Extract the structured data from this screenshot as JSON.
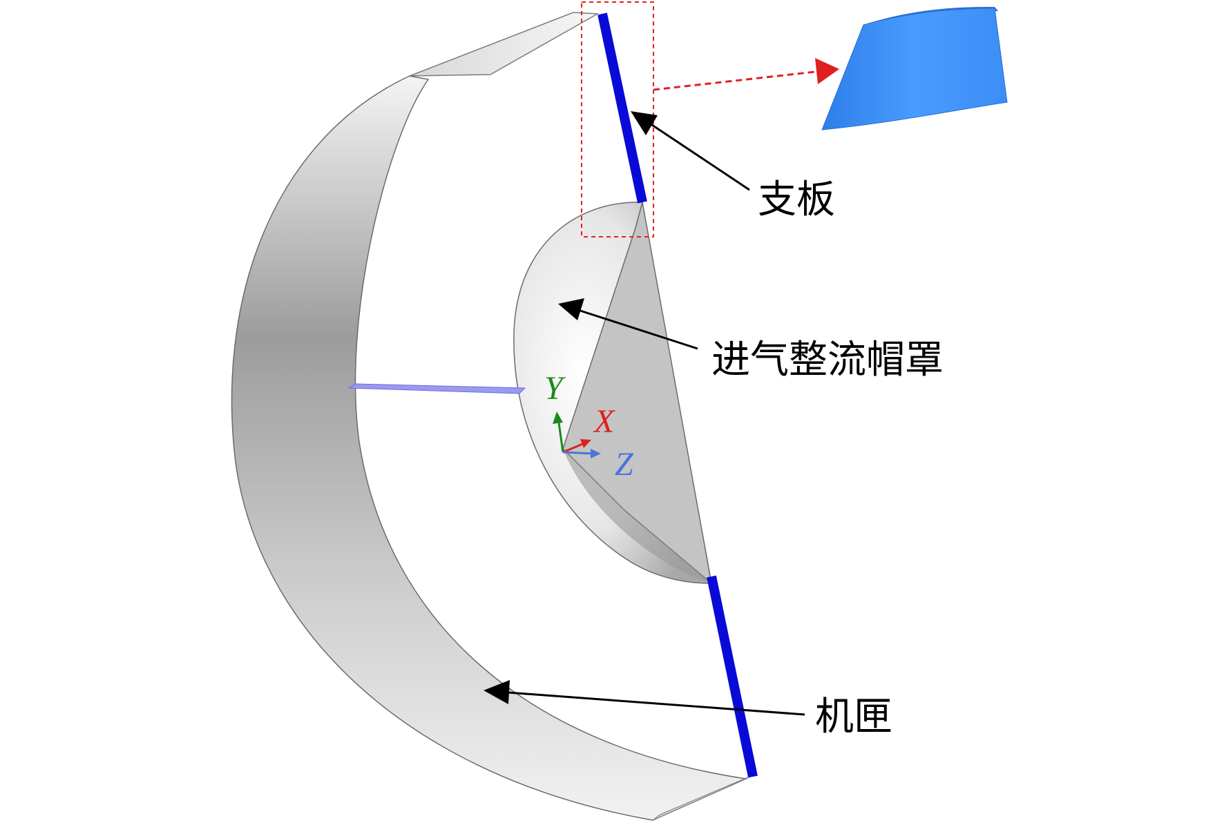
{
  "labels": {
    "strut": "支板",
    "spinner": "进气整流帽罩",
    "nacelle": "机匣"
  },
  "axes": {
    "y": "Y",
    "x": "X",
    "z": "Z"
  },
  "colors": {
    "strut": "#0a0ad8",
    "strut_detail": "#3b8ef5",
    "callout_box": "#e02020",
    "axis_y": "#1a8a1a",
    "axis_x": "#e02020",
    "axis_z": "#4a74d8",
    "arrow": "#000000"
  }
}
